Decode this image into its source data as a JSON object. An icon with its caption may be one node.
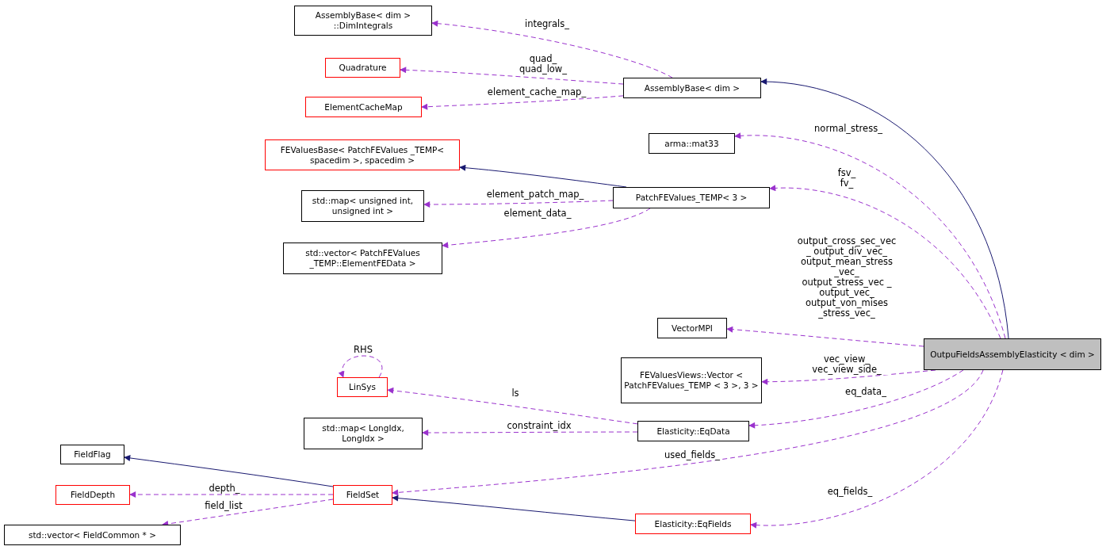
{
  "diagram": {
    "nodes": [
      {
        "text": [
          "AssemblyBase< dim > ::DimIntegrals"
        ]
      },
      {
        "text": [
          "Quadrature"
        ]
      },
      {
        "text": [
          "ElementCacheMap"
        ]
      },
      {
        "text": [
          "AssemblyBase< dim >"
        ]
      },
      {
        "text": [
          "arma::mat33"
        ]
      },
      {
        "text": [
          "FEValuesBase< PatchFEValues _TEMP< spacedim >, spacedim >"
        ]
      },
      {
        "text": [
          "std::map< unsigned int, unsigned int >"
        ]
      },
      {
        "text": [
          "PatchFEValues_TEMP< 3 >"
        ]
      },
      {
        "text": [
          "std::vector< PatchFEValues _TEMP::ElementFEData >"
        ]
      },
      {
        "text": [
          "VectorMPI"
        ]
      },
      {
        "text": [
          "OutpuFieldsAssemblyElasticity < dim >"
        ]
      },
      {
        "text": [
          "FEValuesViews::Vector < PatchFEValues_TEMP < 3 >, 3 >"
        ]
      },
      {
        "text": [
          "LinSys"
        ]
      },
      {
        "text": [
          "std::map< LongIdx, LongIdx >"
        ]
      },
      {
        "text": [
          "Elasticity::EqData"
        ]
      },
      {
        "text": [
          "FieldFlag"
        ]
      },
      {
        "text": [
          "FieldDepth"
        ]
      },
      {
        "text": [
          "FieldSet"
        ]
      },
      {
        "text": [
          "std::vector< FieldCommon * >"
        ]
      },
      {
        "text": [
          "Elasticity::EqFields"
        ]
      }
    ],
    "edges": [
      {
        "from": 3,
        "to": 0,
        "arrow": "to",
        "label": "integrals_",
        "style": "dashed"
      },
      {
        "from": 3,
        "to": 1,
        "arrow": "to",
        "label": "quad_ quad_low_",
        "style": "dashed"
      },
      {
        "from": 3,
        "to": 2,
        "arrow": "to",
        "label": "element_cache_map_",
        "style": "dashed"
      },
      {
        "from": 10,
        "to": 3,
        "arrow": "to",
        "color": "#191970"
      },
      {
        "from": 10,
        "to": 4,
        "arrow": "to",
        "label": "normal_stress_",
        "style": "dashed"
      },
      {
        "from": 7,
        "to": 5,
        "arrow": "to",
        "color": "#191970"
      },
      {
        "from": 7,
        "to": 6,
        "arrow": "to",
        "label": "element_patch_map_",
        "style": "dashed"
      },
      {
        "from": 7,
        "to": 8,
        "arrow": "to",
        "label": "element_data_",
        "style": "dashed"
      },
      {
        "from": 10,
        "to": 7,
        "arrow": "to",
        "label": "fsv_ fv_",
        "style": "dashed"
      },
      {
        "from": 10,
        "to": 9,
        "arrow": "to",
        "label": "output_cross_sec_vec _ output_div_vec_ output_mean_stress _vec_ output_stress_vec _ output_vec_ output_von_mises _stress_vec_",
        "style": "dashed"
      },
      {
        "from": 10,
        "to": 11,
        "arrow": "to",
        "label": "vec_view_ vec_view_side_",
        "style": "dashed"
      },
      {
        "from": 12,
        "to": 12,
        "arrow": "to",
        "label": "RHS",
        "style": "dashed"
      },
      {
        "from": 14,
        "to": 12,
        "arrow": "to",
        "label": "ls",
        "style": "dashed"
      },
      {
        "from": 14,
        "to": 13,
        "arrow": "to",
        "label": "constraint_idx",
        "style": "dashed"
      },
      {
        "from": 10,
        "to": 14,
        "arrow": "to",
        "label": "eq_data_",
        "style": "dashed"
      },
      {
        "from": 17,
        "to": 15,
        "arrow": "to",
        "color": "#191970"
      },
      {
        "from": 17,
        "to": 16,
        "arrow": "to",
        "label": "depth_",
        "style": "dashed"
      },
      {
        "from": 17,
        "to": 18,
        "arrow": "to",
        "label": "field_list",
        "style": "dashed"
      },
      {
        "from": 10,
        "to": 17,
        "arrow": "to",
        "label": "used_fields_",
        "style": "dashed"
      },
      {
        "from": 19,
        "to": 17,
        "arrow": "to",
        "color": "#191970"
      },
      {
        "from": 10,
        "to": 19,
        "arrow": "to",
        "label": "eq_fields_",
        "style": "dashed"
      }
    ]
  }
}
